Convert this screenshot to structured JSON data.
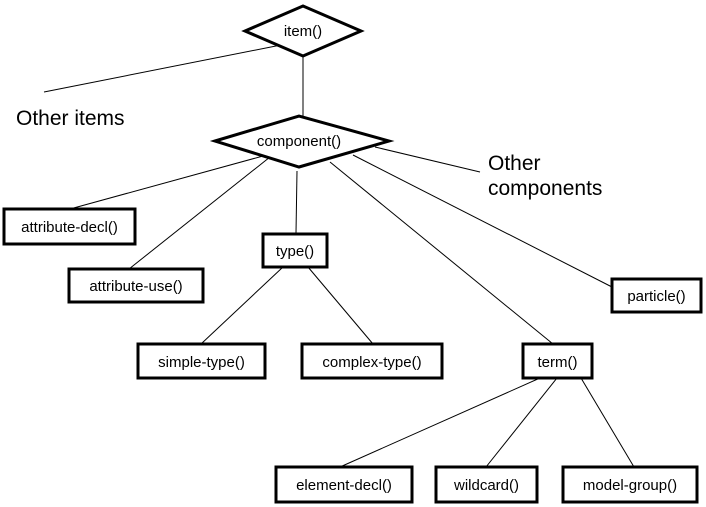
{
  "nodes": {
    "item": "item()",
    "component": "component()",
    "attribute_decl": "attribute-decl()",
    "attribute_use": "attribute-use()",
    "type": "type()",
    "particle": "particle()",
    "simple_type": "simple-type()",
    "complex_type": "complex-type()",
    "term": "term()",
    "element_decl": "element-decl()",
    "wildcard": "wildcard()",
    "model_group": "model-group()"
  },
  "annotations": {
    "other_items": "Other items",
    "other_components_line1": "Other",
    "other_components_line2": "components"
  }
}
